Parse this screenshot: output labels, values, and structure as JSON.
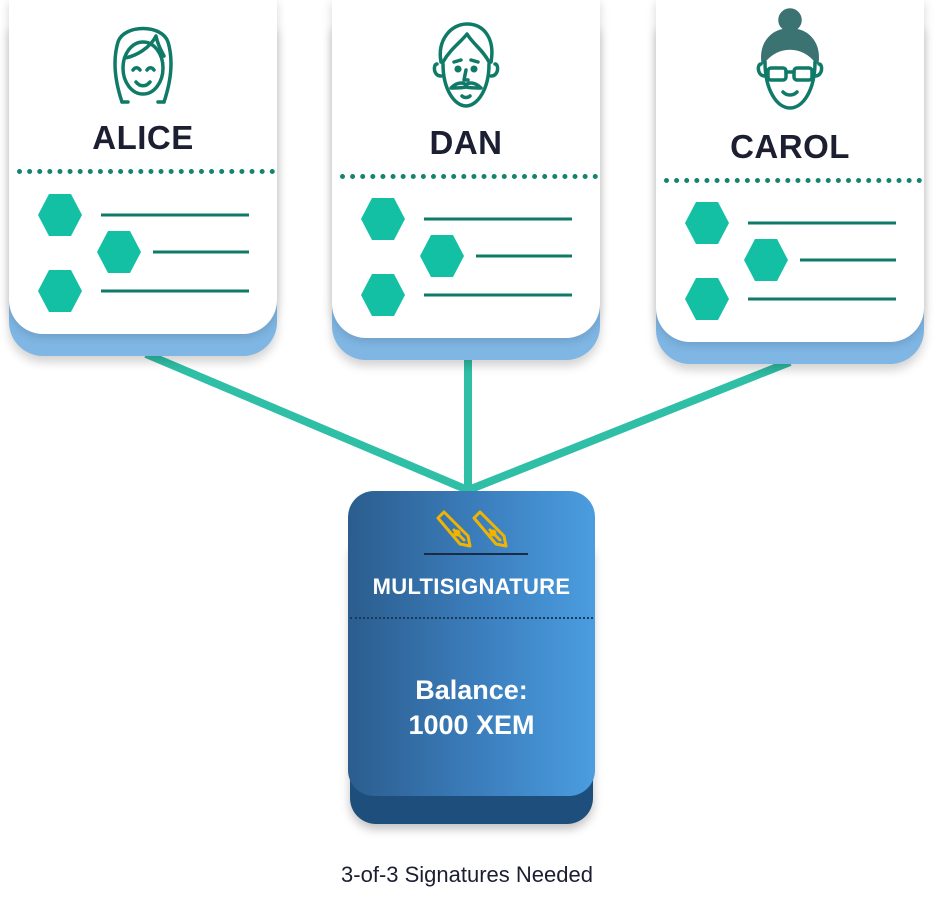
{
  "cosigners": [
    {
      "name": "ALICE",
      "avatar_icon": "woman-avatar-icon"
    },
    {
      "name": "DAN",
      "avatar_icon": "man-mustache-avatar-icon"
    },
    {
      "name": "CAROL",
      "avatar_icon": "woman-glasses-bun-avatar-icon"
    }
  ],
  "multisig": {
    "title": "MULTISIGNATURE",
    "balance_label": "Balance:",
    "balance_value": "1000 XEM",
    "icon": "fountain-pen-icon"
  },
  "caption": "3-of-3 Signatures Needed",
  "colors": {
    "connector": "#2fbfa6",
    "avatar_stroke": "#0e7a67",
    "hexagon": "#14c0a4",
    "card_base": "#7fb6e4",
    "multisig_dark": "#2b5d8e",
    "multisig_light": "#4a9de0",
    "pen": "#f0b400",
    "name_text": "#1c1e31"
  }
}
